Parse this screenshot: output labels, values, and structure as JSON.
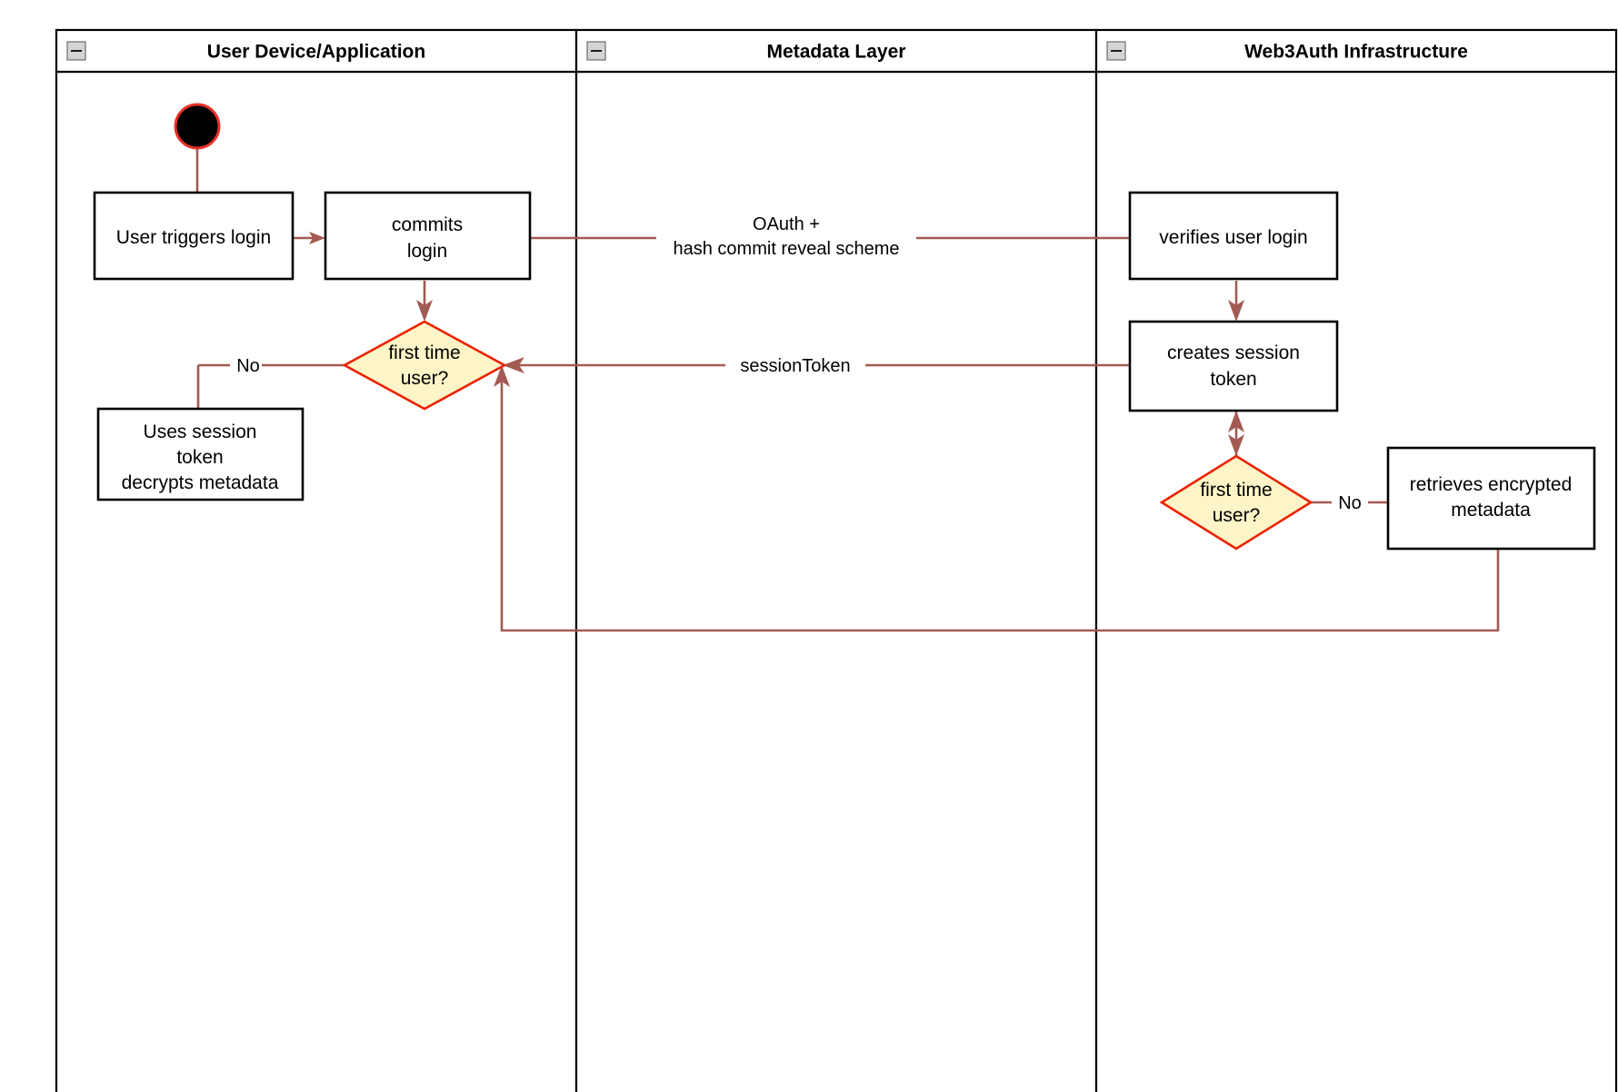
{
  "diagram": {
    "type": "uml-activity-swimlane",
    "title_present": false,
    "lanes": [
      {
        "id": "user-device",
        "label": "User Device/Application",
        "collapse_icon": "minus-icon"
      },
      {
        "id": "metadata-layer",
        "label": "Metadata Layer",
        "collapse_icon": "minus-icon"
      },
      {
        "id": "web3auth",
        "label": "Web3Auth Infrastructure",
        "collapse_icon": "minus-icon"
      }
    ],
    "nodes": {
      "start": {
        "kind": "initial-node",
        "label": ""
      },
      "user_triggers_login": {
        "kind": "action",
        "label": "User triggers login"
      },
      "commits_login": {
        "kind": "action",
        "lines": [
          "commits",
          "login"
        ]
      },
      "first_time_user_left": {
        "kind": "decision",
        "lines": [
          "first time",
          "user?"
        ]
      },
      "uses_session_token": {
        "kind": "action",
        "lines": [
          "Uses session",
          "token",
          "decrypts metadata"
        ]
      },
      "verifies_user_login": {
        "kind": "action",
        "label": "verifies user login"
      },
      "creates_session_token": {
        "kind": "action",
        "lines": [
          "creates session",
          "token"
        ]
      },
      "first_time_user_right": {
        "kind": "decision",
        "lines": [
          "first time",
          "user?"
        ]
      },
      "retrieves_encrypted_metadata": {
        "kind": "action",
        "lines": [
          "retrieves encrypted",
          "metadata"
        ]
      }
    },
    "edge_labels": {
      "oauth": {
        "lines": [
          "OAuth +",
          "hash commit reveal scheme"
        ]
      },
      "session_token": {
        "label": "sessionToken"
      },
      "no_left": {
        "label": "No"
      },
      "no_right": {
        "label": "No"
      }
    },
    "colors": {
      "edge": "#a25a52",
      "decision_fill": "#fdf5c8",
      "decision_stroke": "#ee2200",
      "node_stroke": "#000000",
      "node_fill": "#ffffff",
      "lane_stroke": "#000000",
      "start_fill": "#000000",
      "start_stroke": "#e8312b",
      "background": "#ffffff"
    }
  }
}
